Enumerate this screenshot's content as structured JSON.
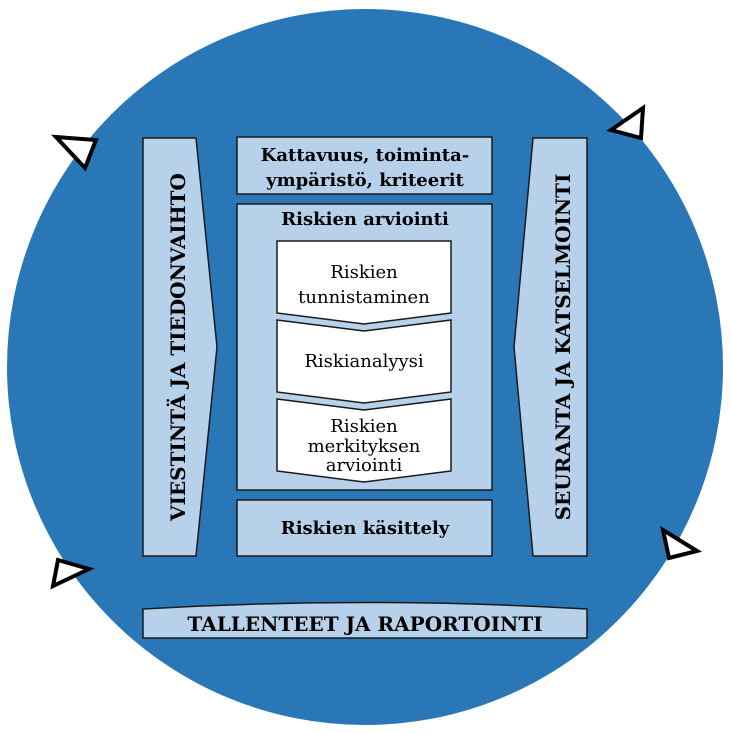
{
  "colors": {
    "circle": "#2a77b8",
    "box": "#b7d1ea",
    "inner": "#ffffff",
    "border": "#1a1a1a"
  },
  "left_bar": {
    "label": "VIESTINTÄ JA TIEDONVAIHTO"
  },
  "right_bar": {
    "label": "SEURANTA JA KATSELMOINTI"
  },
  "top_box": {
    "line1": "Kattavuus, toiminta-",
    "line2": "ympäristö, kriteerit"
  },
  "assessment": {
    "title": "Riskien arviointi",
    "step1": {
      "line1": "Riskien",
      "line2": "tunnistaminen"
    },
    "step2": {
      "line1": "Riskianalyysi"
    },
    "step3": {
      "line1": "Riskien",
      "line2": "merkityksen",
      "line3": "arviointi"
    }
  },
  "treatment_box": {
    "label": "Riskien käsittely"
  },
  "bottom_bar": {
    "label": "TALLENTEET JA RAPORTOINTI"
  },
  "icons": [
    "triangle-arrow-icon",
    "triangle-arrow-icon",
    "triangle-arrow-icon",
    "triangle-arrow-icon"
  ]
}
